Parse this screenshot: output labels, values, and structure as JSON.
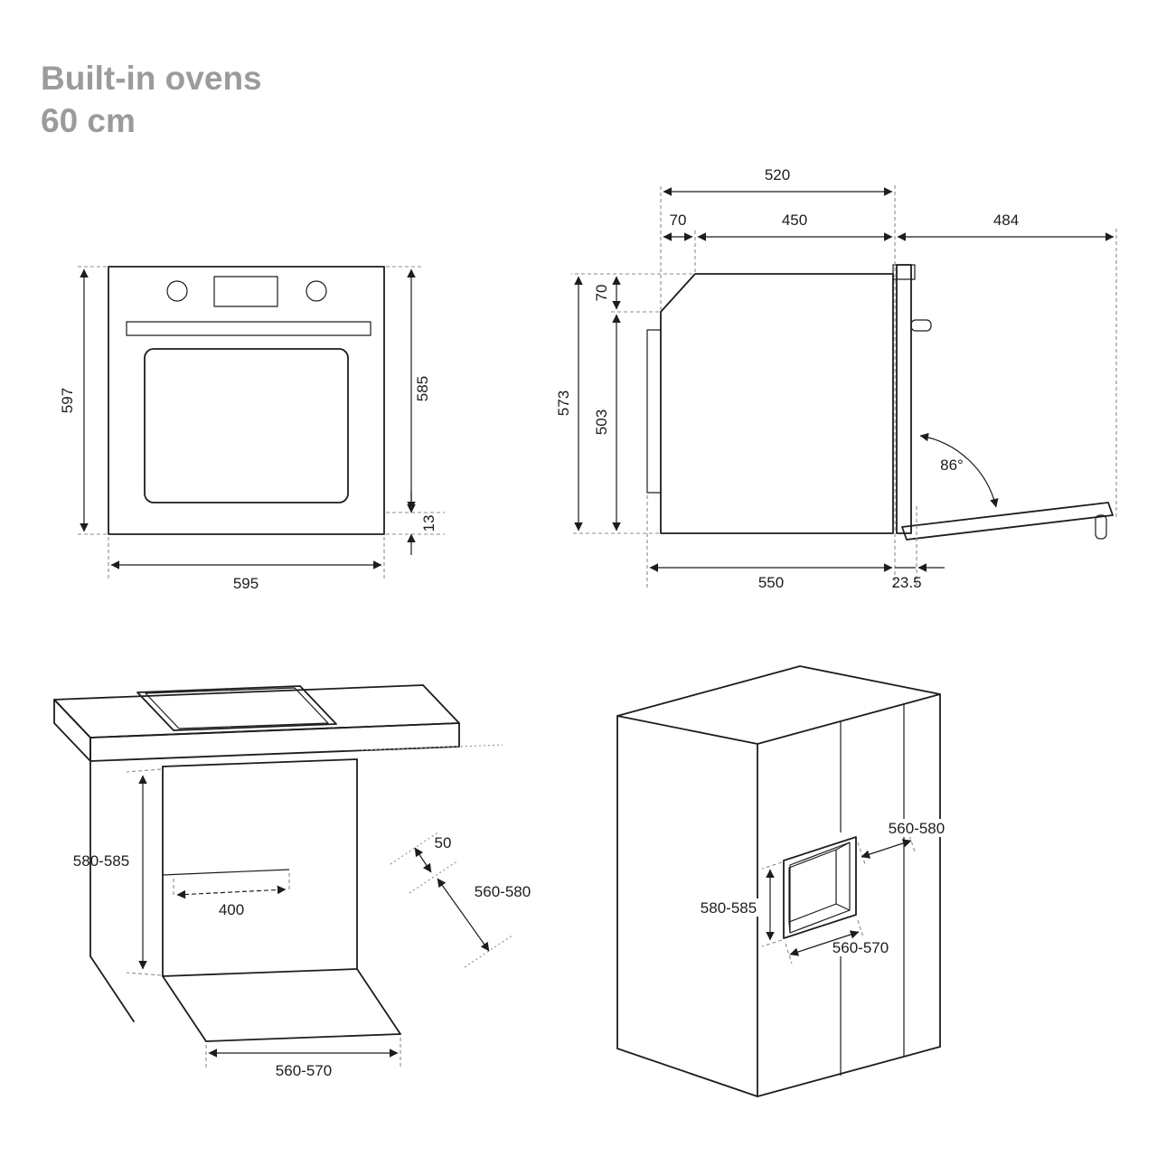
{
  "page": {
    "title_line1": "Built-in ovens",
    "title_line2": "60 cm"
  },
  "colors": {
    "line": "#1d1d1b",
    "dashed_guides": "#8c8c8c",
    "title_gray": "#9b9b9a",
    "background": "#ffffff"
  },
  "front_view": {
    "description": "Oven front elevation with overall dimensions (mm)",
    "labels": {
      "height_total": "597",
      "height_body": "585",
      "plinth": "13",
      "width": "595"
    }
  },
  "side_view": {
    "description": "Oven side section with door open (mm)",
    "labels": {
      "depth_top": "520",
      "inset_top": "70",
      "top_flat": "450",
      "door_open": "484",
      "height_total": "573",
      "back_raise": "70",
      "height_front": "503",
      "door_angle": "86°",
      "depth_body": "550",
      "door_thickness": "23.5"
    }
  },
  "undercounter_view": {
    "description": "Under-counter installation niche (mm)",
    "labels": {
      "niche_height": "580-585",
      "platform": "400",
      "back_gap": "50",
      "niche_depth": "560-580",
      "niche_width": "560-570"
    }
  },
  "column_view": {
    "description": "Tall-unit installation niche (mm)",
    "labels": {
      "niche_depth": "560-580",
      "niche_height": "580-585",
      "niche_width": "560-570"
    }
  }
}
